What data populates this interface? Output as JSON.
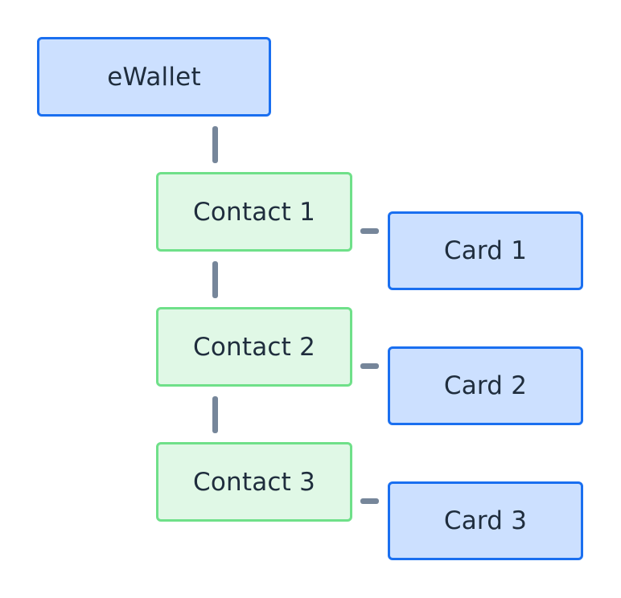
{
  "diagram": {
    "root": {
      "label": "eWallet"
    },
    "contacts": [
      {
        "label": "Contact 1",
        "card": "Card 1"
      },
      {
        "label": "Contact 2",
        "card": "Card 2"
      },
      {
        "label": "Contact 3",
        "card": "Card 3"
      }
    ]
  },
  "colors": {
    "blue_fill": "#cce0ff",
    "blue_border": "#1a6ff0",
    "green_fill": "#e0f8e6",
    "green_border": "#6fe089",
    "connector": "#76869a",
    "text": "#1f2d3d"
  }
}
